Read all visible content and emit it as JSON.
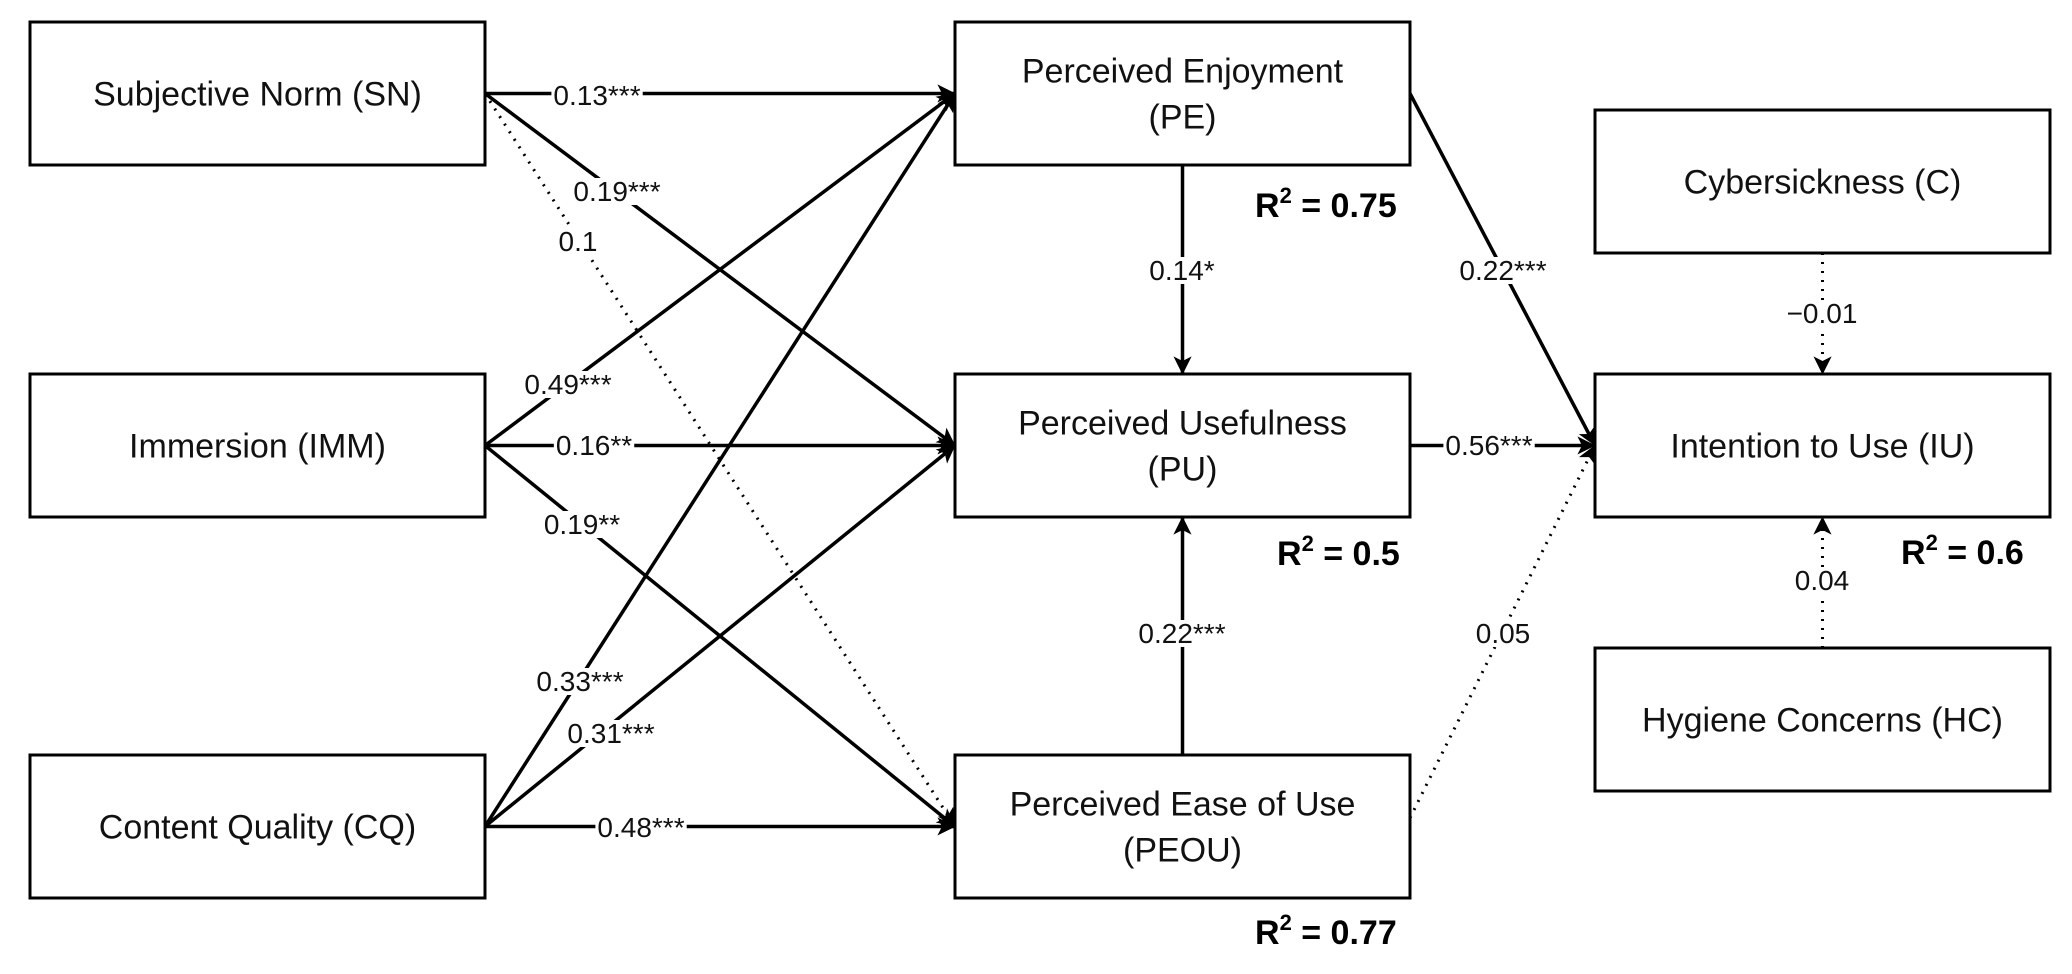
{
  "nodes": {
    "sn": {
      "lines": [
        "Subjective Norm (SN)"
      ]
    },
    "imm": {
      "lines": [
        "Immersion (IMM)"
      ]
    },
    "cq": {
      "lines": [
        "Content Quality (CQ)"
      ]
    },
    "pe": {
      "lines": [
        "Perceived Enjoyment",
        "(PE)"
      ]
    },
    "pu": {
      "lines": [
        "Perceived Usefulness",
        "(PU)"
      ]
    },
    "peou": {
      "lines": [
        "Perceived Ease of Use",
        "(PEOU)"
      ]
    },
    "c": {
      "lines": [
        "Cybersickness (C)"
      ]
    },
    "iu": {
      "lines": [
        "Intention to Use (IU)"
      ]
    },
    "hc": {
      "lines": [
        "Hygiene Concerns (HC)"
      ]
    }
  },
  "edges": [
    {
      "id": "sn-pe",
      "from": "sn",
      "to": "pe",
      "label": "0.13***",
      "style": "solid"
    },
    {
      "id": "sn-pu",
      "from": "sn",
      "to": "pu",
      "label": "0.19***",
      "style": "solid"
    },
    {
      "id": "sn-peou",
      "from": "sn",
      "to": "peou",
      "label": "0.1",
      "style": "dotted"
    },
    {
      "id": "imm-pe",
      "from": "imm",
      "to": "pe",
      "label": "0.49***",
      "style": "solid"
    },
    {
      "id": "imm-pu",
      "from": "imm",
      "to": "pu",
      "label": "0.16**",
      "style": "solid"
    },
    {
      "id": "imm-peou",
      "from": "imm",
      "to": "peou",
      "label": "0.19**",
      "style": "solid"
    },
    {
      "id": "cq-pe",
      "from": "cq",
      "to": "pe",
      "label": "0.33***",
      "style": "solid"
    },
    {
      "id": "cq-pu",
      "from": "cq",
      "to": "pu",
      "label": "0.31***",
      "style": "solid"
    },
    {
      "id": "cq-peou",
      "from": "cq",
      "to": "peou",
      "label": "0.48***",
      "style": "solid"
    },
    {
      "id": "pe-pu",
      "from": "pe",
      "to": "pu",
      "label": "0.14*",
      "style": "solid"
    },
    {
      "id": "peou-pu",
      "from": "peou",
      "to": "pu",
      "label": "0.22***",
      "style": "solid"
    },
    {
      "id": "pe-iu",
      "from": "pe",
      "to": "iu",
      "label": "0.22***",
      "style": "solid"
    },
    {
      "id": "pu-iu",
      "from": "pu",
      "to": "iu",
      "label": "0.56***",
      "style": "solid"
    },
    {
      "id": "peou-iu",
      "from": "peou",
      "to": "iu",
      "label": "0.05",
      "style": "dotted"
    },
    {
      "id": "c-iu",
      "from": "c",
      "to": "iu",
      "label": "−0.01",
      "style": "dotted"
    },
    {
      "id": "hc-iu",
      "from": "hc",
      "to": "iu",
      "label": "0.04",
      "style": "dotted"
    }
  ],
  "r_squared": {
    "pe": {
      "symbol": "R",
      "exponent": "2",
      "text": " = 0.75"
    },
    "pu": {
      "symbol": "R",
      "exponent": "2",
      "text": " = 0.5"
    },
    "peou": {
      "symbol": "R",
      "exponent": "2",
      "text": " = 0.77"
    },
    "iu": {
      "symbol": "R",
      "exponent": "2",
      "text": " = 0.6"
    }
  }
}
